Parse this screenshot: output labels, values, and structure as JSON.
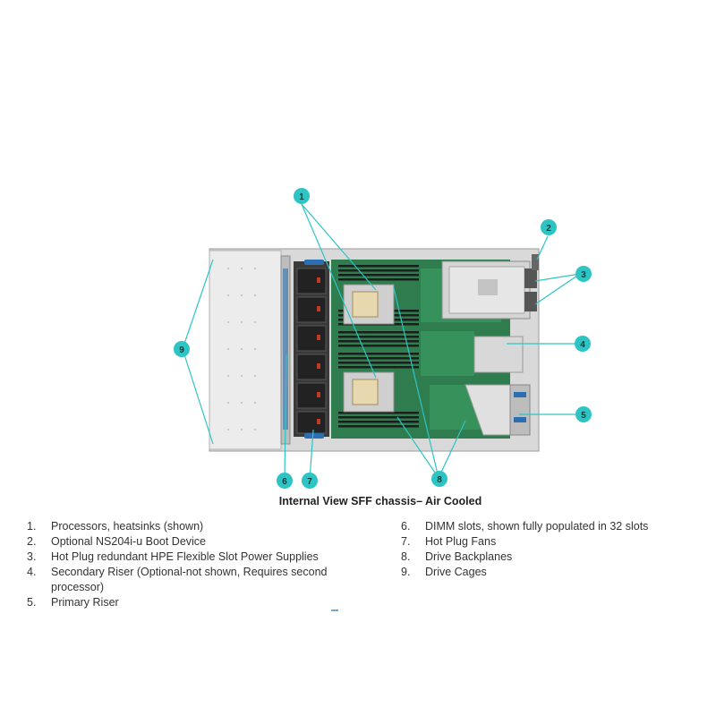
{
  "caption": "Internal View SFF chassis– Air Cooled",
  "callout_color": "#2ec4c4",
  "callouts": [
    {
      "label": "1"
    },
    {
      "label": "2"
    },
    {
      "label": "3"
    },
    {
      "label": "4"
    },
    {
      "label": "5"
    },
    {
      "label": "6"
    },
    {
      "label": "7"
    },
    {
      "label": "8"
    },
    {
      "label": "9"
    }
  ],
  "legend_left": [
    {
      "num": "1.",
      "text": "Processors, heatsinks (shown)"
    },
    {
      "num": "2.",
      "text": "Optional NS204i-u Boot Device"
    },
    {
      "num": "3.",
      "text": "Hot Plug redundant HPE Flexible Slot Power Supplies"
    },
    {
      "num": "4.",
      "text": "Secondary Riser (Optional-not shown, Requires second processor)"
    },
    {
      "num": "5.",
      "text": "Primary Riser"
    }
  ],
  "legend_right": [
    {
      "num": "6.",
      "text": "DIMM slots, shown fully populated in 32 slots"
    },
    {
      "num": "7.",
      "text": "Hot Plug Fans"
    },
    {
      "num": "8.",
      "text": "Drive Backplanes"
    },
    {
      "num": "9.",
      "text": "Drive Cages"
    }
  ]
}
